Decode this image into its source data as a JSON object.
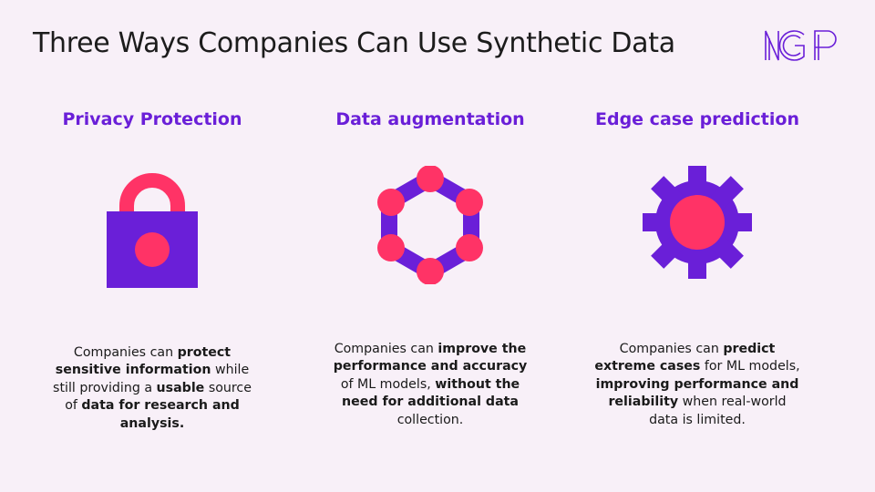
{
  "slide": {
    "title": "Three Ways Companies Can Use Synthetic Data",
    "logo_text": "NGP",
    "accent_color": "#6a1fd8",
    "highlight_color": "#ff3366"
  },
  "columns": [
    {
      "heading": "Privacy Protection",
      "icon": "lock-icon",
      "body": [
        {
          "text": "Companies can ",
          "bold": false
        },
        {
          "text": "protect sensitive information",
          "bold": true
        },
        {
          "text": " while still providing a ",
          "bold": false
        },
        {
          "text": "usable",
          "bold": true
        },
        {
          "text": " source of ",
          "bold": false
        },
        {
          "text": "data for research and analysis.",
          "bold": true
        }
      ]
    },
    {
      "heading": "Data augmentation",
      "icon": "network-hexagon-icon",
      "body": [
        {
          "text": "Companies can ",
          "bold": false
        },
        {
          "text": "improve the performance and accuracy",
          "bold": true
        },
        {
          "text": " of ML models, ",
          "bold": false
        },
        {
          "text": "without the need for additional data",
          "bold": true
        },
        {
          "text": " collection.",
          "bold": false
        }
      ]
    },
    {
      "heading": "Edge case prediction",
      "icon": "gear-icon",
      "body": [
        {
          "text": "Companies can ",
          "bold": false
        },
        {
          "text": "predict extreme cases",
          "bold": true
        },
        {
          "text": " for ML models, ",
          "bold": false
        },
        {
          "text": "improving performance and reliability",
          "bold": true
        },
        {
          "text": " when real-world data is limited.",
          "bold": false
        }
      ]
    }
  ]
}
